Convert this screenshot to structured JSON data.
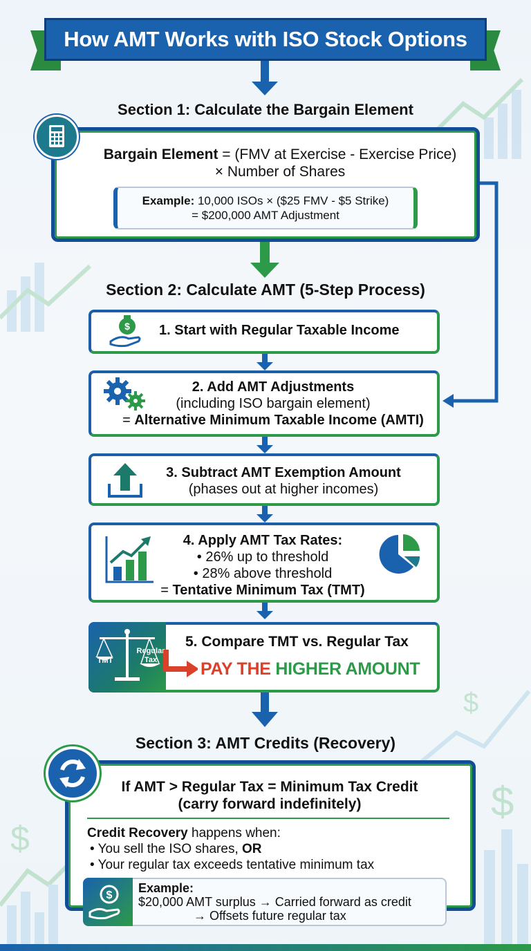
{
  "title": "How AMT Works with ISO Stock Options",
  "section1": {
    "title": "Section 1: Calculate the Bargain Element",
    "formula_label": "Bargain Element",
    "formula_rest": "= (FMV at Exercise - Exercise Price)",
    "formula_line2": "× Number of Shares",
    "example_label": "Example:",
    "example_rest": "10,000 ISOs × ($25 FMV - $5 Strike)",
    "example_line2": "= $200,000 AMT Adjustment"
  },
  "section2": {
    "title": "Section 2: Calculate AMT (5-Step Process)",
    "step1": "1. Start with Regular Taxable Income",
    "step2_title": "2. Add AMT Adjustments",
    "step2_sub": "(including ISO bargain element)",
    "step2_eq": "=",
    "step2_result": "Alternative Minimum Taxable Income (AMTI)",
    "step3_title": "3. Subtract AMT Exemption Amount",
    "step3_sub": "(phases out at higher incomes)",
    "step4_title": "4. Apply AMT Tax Rates:",
    "step4_rate1": "• 26% up to threshold",
    "step4_rate2": "• 28% above threshold",
    "step4_eq": "=",
    "step4_result": "Tentative Minimum Tax (TMT)",
    "step5_title": "5. Compare TMT vs. Regular Tax",
    "scale_left": "TMT",
    "scale_right_1": "Regular",
    "scale_right_2": "Tax",
    "pay_1": "PAY THE",
    "pay_2": "HIGHER AMOUNT"
  },
  "section3": {
    "title": "Section 3: AMT Credits (Recovery)",
    "headline_1": "If AMT > Regular Tax = Minimum Tax Credit",
    "headline_2": "(carry forward indefinitely)",
    "recovery_label": "Credit Recovery",
    "recovery_rest": "happens when:",
    "bullet1_pre": "• You sell the ISO shares,",
    "bullet1_bold": "OR",
    "bullet2": "• Your regular tax exceeds tentative minimum tax",
    "example_label": "Example:",
    "example_line1": "$20,000 AMT surplus → Carried forward as credit",
    "example_line2": "→ Offsets future regular tax"
  },
  "colors": {
    "blue": "#1a62ad",
    "green": "#2c9a48",
    "red": "#d9412b"
  }
}
